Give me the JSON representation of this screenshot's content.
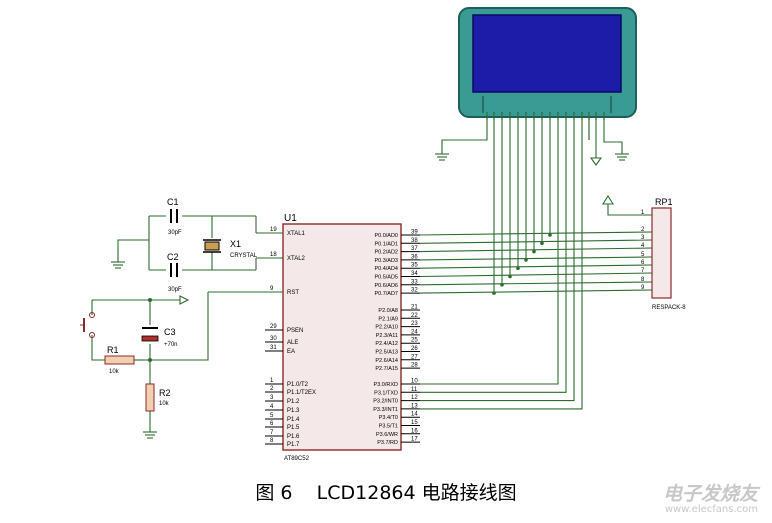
{
  "mcu": {
    "ref": "U1",
    "part": "AT89C52",
    "left_pins": [
      {
        "num": "19",
        "name": "XTAL1"
      },
      {
        "num": "18",
        "name": "XTAL2"
      },
      {
        "num": "9",
        "name": "RST"
      },
      {
        "num": "29",
        "name": "PSEN"
      },
      {
        "num": "30",
        "name": "ALE"
      },
      {
        "num": "31",
        "name": "EA"
      },
      {
        "num": "1",
        "name": "P1.0/T2"
      },
      {
        "num": "2",
        "name": "P1.1/T2EX"
      },
      {
        "num": "3",
        "name": "P1.2"
      },
      {
        "num": "4",
        "name": "P1.3"
      },
      {
        "num": "5",
        "name": "P1.4"
      },
      {
        "num": "6",
        "name": "P1.5"
      },
      {
        "num": "7",
        "name": "P1.6"
      },
      {
        "num": "8",
        "name": "P1.7"
      }
    ],
    "right_pins": [
      {
        "num": "39",
        "name": "P0.0/AD0"
      },
      {
        "num": "38",
        "name": "P0.1/AD1"
      },
      {
        "num": "37",
        "name": "P0.2/AD2"
      },
      {
        "num": "36",
        "name": "P0.3/AD3"
      },
      {
        "num": "35",
        "name": "P0.4/AD4"
      },
      {
        "num": "34",
        "name": "P0.5/AD5"
      },
      {
        "num": "33",
        "name": "P0.6/AD6"
      },
      {
        "num": "32",
        "name": "P0.7/AD7"
      },
      {
        "num": "21",
        "name": "P2.0/A8"
      },
      {
        "num": "22",
        "name": "P2.1/A9"
      },
      {
        "num": "23",
        "name": "P2.2/A10"
      },
      {
        "num": "24",
        "name": "P2.3/A11"
      },
      {
        "num": "25",
        "name": "P2.4/A12"
      },
      {
        "num": "26",
        "name": "P2.5/A13"
      },
      {
        "num": "27",
        "name": "P2.6/A14"
      },
      {
        "num": "28",
        "name": "P2.7/A15"
      },
      {
        "num": "10",
        "name": "P3.0/RXD"
      },
      {
        "num": "11",
        "name": "P3.1/TXD"
      },
      {
        "num": "12",
        "name": "P3.2/INT0"
      },
      {
        "num": "13",
        "name": "P3.3/INT1"
      },
      {
        "num": "14",
        "name": "P3.4/T0"
      },
      {
        "num": "15",
        "name": "P3.5/T1"
      },
      {
        "num": "16",
        "name": "P3.6/WR"
      },
      {
        "num": "17",
        "name": "P3.7/RD"
      }
    ]
  },
  "components": {
    "c1": {
      "ref": "C1",
      "value": "30pF"
    },
    "c2": {
      "ref": "C2",
      "value": "30pF"
    },
    "x1": {
      "ref": "X1",
      "value": "CRYSTAL"
    },
    "c3": {
      "ref": "C3",
      "value": "+70n"
    },
    "r1": {
      "ref": "R1",
      "value": "10k"
    },
    "r2": {
      "ref": "R2",
      "value": "10k"
    },
    "rp1": {
      "ref": "RP1",
      "value": "RESPACK-8",
      "pins": [
        "1",
        "2",
        "3",
        "4",
        "5",
        "6",
        "7",
        "8",
        "9"
      ]
    }
  },
  "caption": {
    "figure": "图 6",
    "text": "LCD12864 电路接线图"
  },
  "watermark": {
    "brand": "电子发烧友",
    "url": "www.elecfans.com"
  },
  "colors": {
    "wire": "#2e6b2e",
    "lcd_frame": "#3a9a94",
    "lcd_screen": "#1c1ca8",
    "component": "#b03030"
  }
}
